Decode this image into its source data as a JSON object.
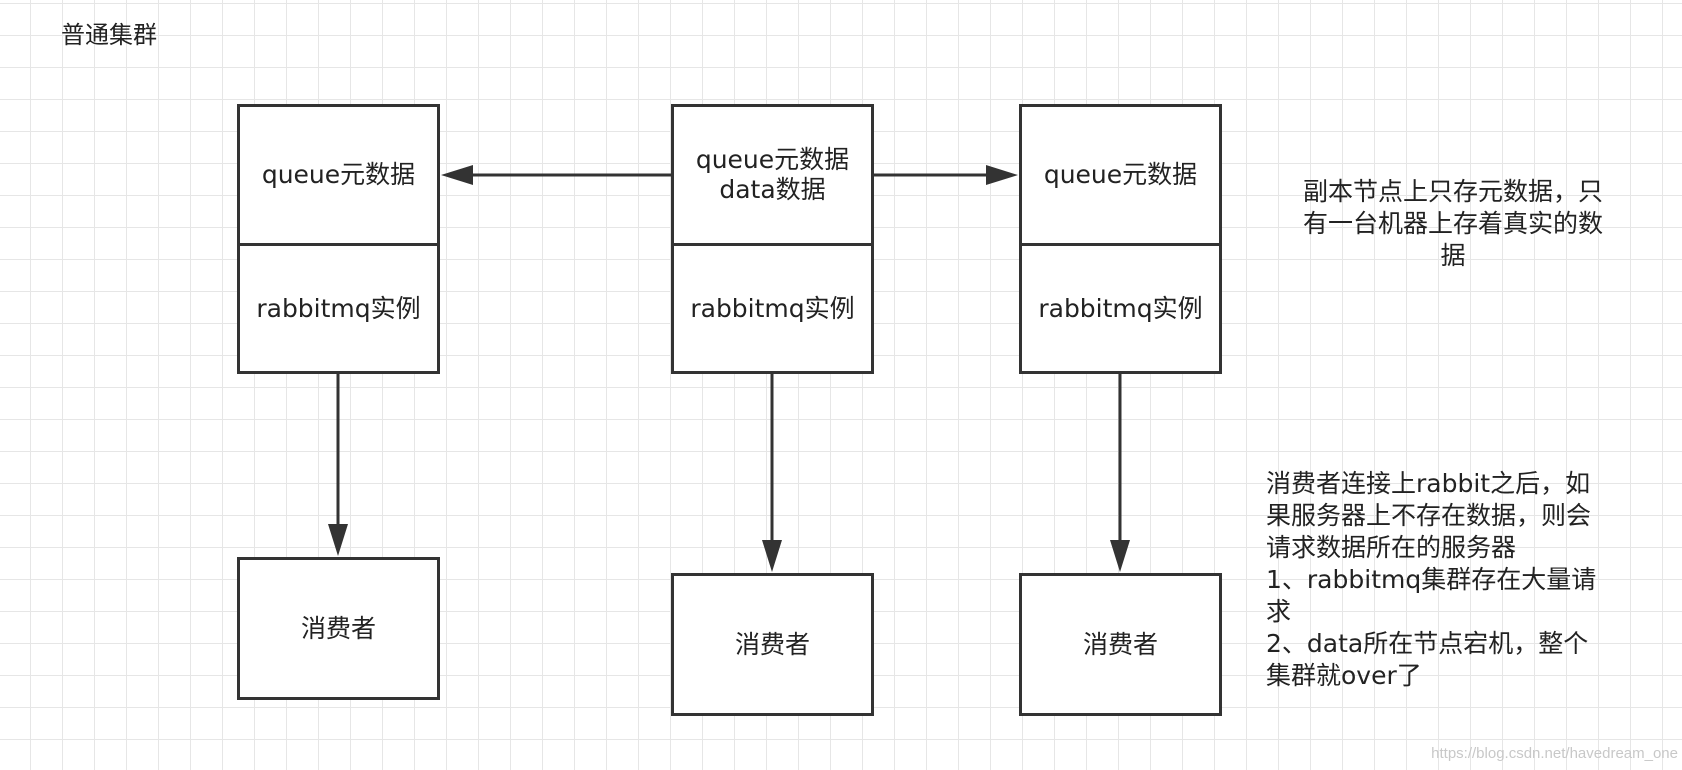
{
  "title": "普通集群",
  "nodes": [
    {
      "metadata_lines": [
        "queue元数据"
      ],
      "instance": "rabbitmq实例",
      "consumer": "消费者"
    },
    {
      "metadata_lines": [
        "queue元数据",
        "data数据"
      ],
      "instance": "rabbitmq实例",
      "consumer": "消费者"
    },
    {
      "metadata_lines": [
        "queue元数据"
      ],
      "instance": "rabbitmq实例",
      "consumer": "消费者"
    }
  ],
  "notes": {
    "replica": [
      "副本节点上只存元数据，只",
      "有一台机器上存着真实的数",
      "据"
    ],
    "consumer": [
      "消费者连接上rabbit之后，如",
      "果服务器上不存在数据，则会",
      "请求数据所在的服务器",
      "1、rabbitmq集群存在大量请",
      "求",
      "2、data所在节点宕机，整个",
      "集群就over了"
    ]
  },
  "watermark": "https://blog.csdn.net/havedream_one",
  "colors": {
    "stroke": "#333333",
    "grid": "#e6e6e6",
    "background": "#ffffff"
  }
}
